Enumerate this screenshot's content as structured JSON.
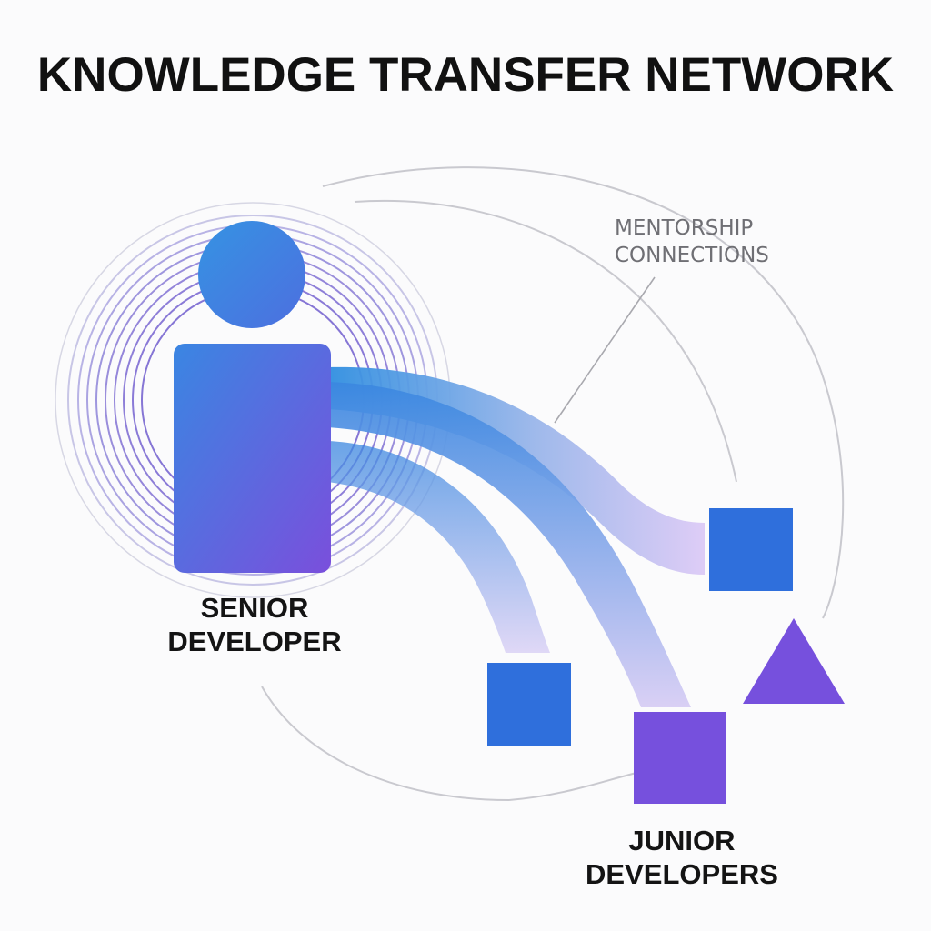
{
  "title": "KNOWLEDGE TRANSFER NETWORK",
  "senior": {
    "line1": "SENIOR",
    "line2": "DEVELOPER"
  },
  "juniors": {
    "line1": "JUNIOR",
    "line2": "DEVELOPERS"
  },
  "annotation": {
    "line1": "MENTORSHIP",
    "line2": "CONNECTIONS"
  },
  "colors": {
    "blue": "#2f6fdc",
    "purple": "#7650dd",
    "ring": "#8f8ad6",
    "flow_start": "#2f8ee0",
    "flow_end": "#d8c8f4",
    "arc": "#c9c9cf"
  },
  "icons": [
    "person-icon",
    "square-node",
    "triangle-node"
  ]
}
